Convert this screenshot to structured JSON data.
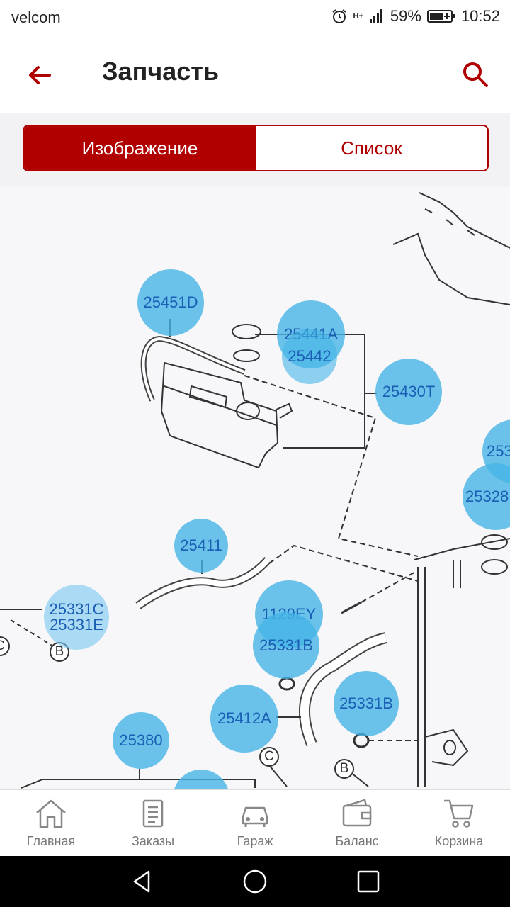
{
  "status_bar": {
    "carrier": "velcom",
    "network": "H+",
    "battery": "59%",
    "time": "10:52"
  },
  "app_bar": {
    "title": "Запчасть",
    "back_icon": "arrow-left-icon",
    "search_icon": "search-icon"
  },
  "segmented": {
    "image_label": "Изображение",
    "list_label": "Список",
    "active": "image"
  },
  "parts": [
    "25451D",
    "25441A",
    "25442",
    "25430T",
    "253",
    "25328",
    "25411",
    "25331C",
    "25331E",
    "1129EY",
    "25331B",
    "25412A",
    "25331B",
    "25380"
  ],
  "diagram_letters": {
    "b1": "B",
    "b2": "B",
    "c1": "C",
    "c2": "C"
  },
  "bottom_nav": [
    {
      "label": "Главная",
      "icon": "home-icon"
    },
    {
      "label": "Заказы",
      "icon": "orders-icon"
    },
    {
      "label": "Гараж",
      "icon": "car-icon"
    },
    {
      "label": "Баланс",
      "icon": "wallet-icon"
    },
    {
      "label": "Корзина",
      "icon": "cart-icon"
    }
  ],
  "colors": {
    "accent": "#b00000",
    "bubble": "#46b4e6",
    "bubble_text": "#1a5fb4"
  }
}
